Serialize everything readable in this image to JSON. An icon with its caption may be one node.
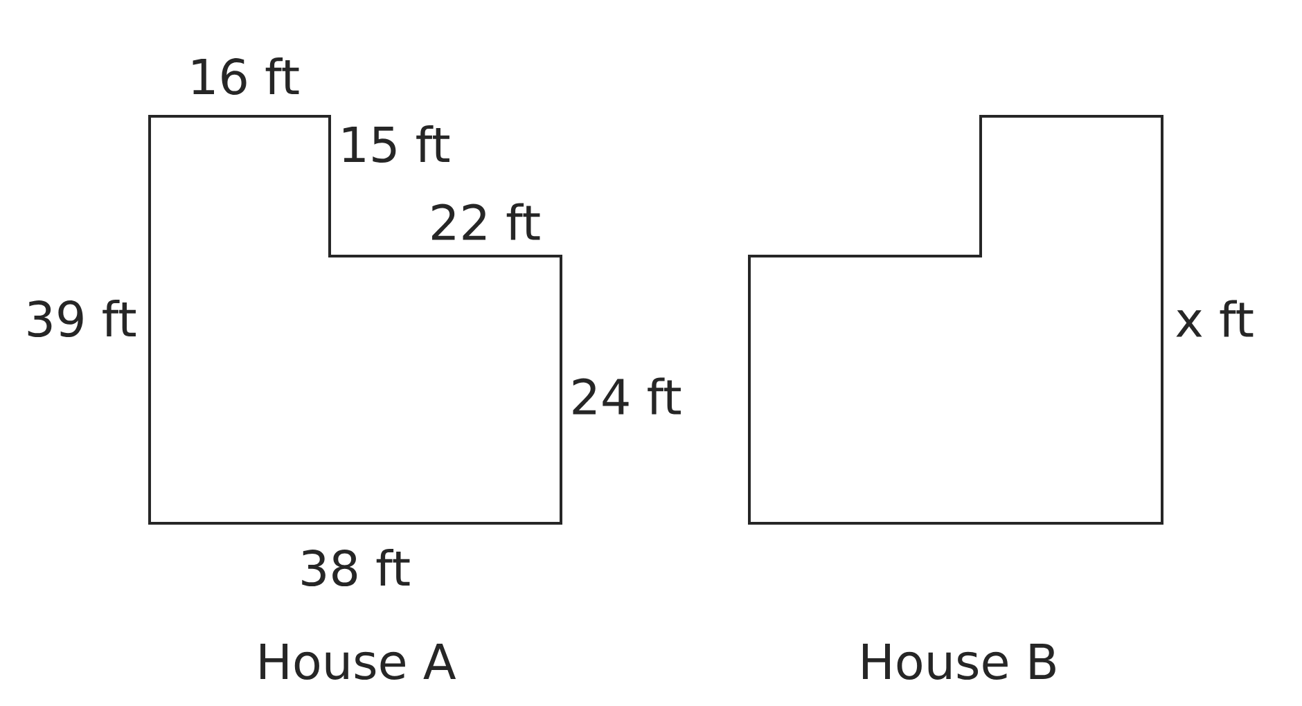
{
  "diagram": {
    "nodes": [
      {
        "text": [
          "House A"
        ]
      },
      {
        "text": [
          "House B"
        ]
      }
    ],
    "labels": [
      "16 ft",
      "15 ft",
      "22 ft",
      "39 ft",
      "x ft",
      "24 ft",
      "38 ft"
    ]
  }
}
